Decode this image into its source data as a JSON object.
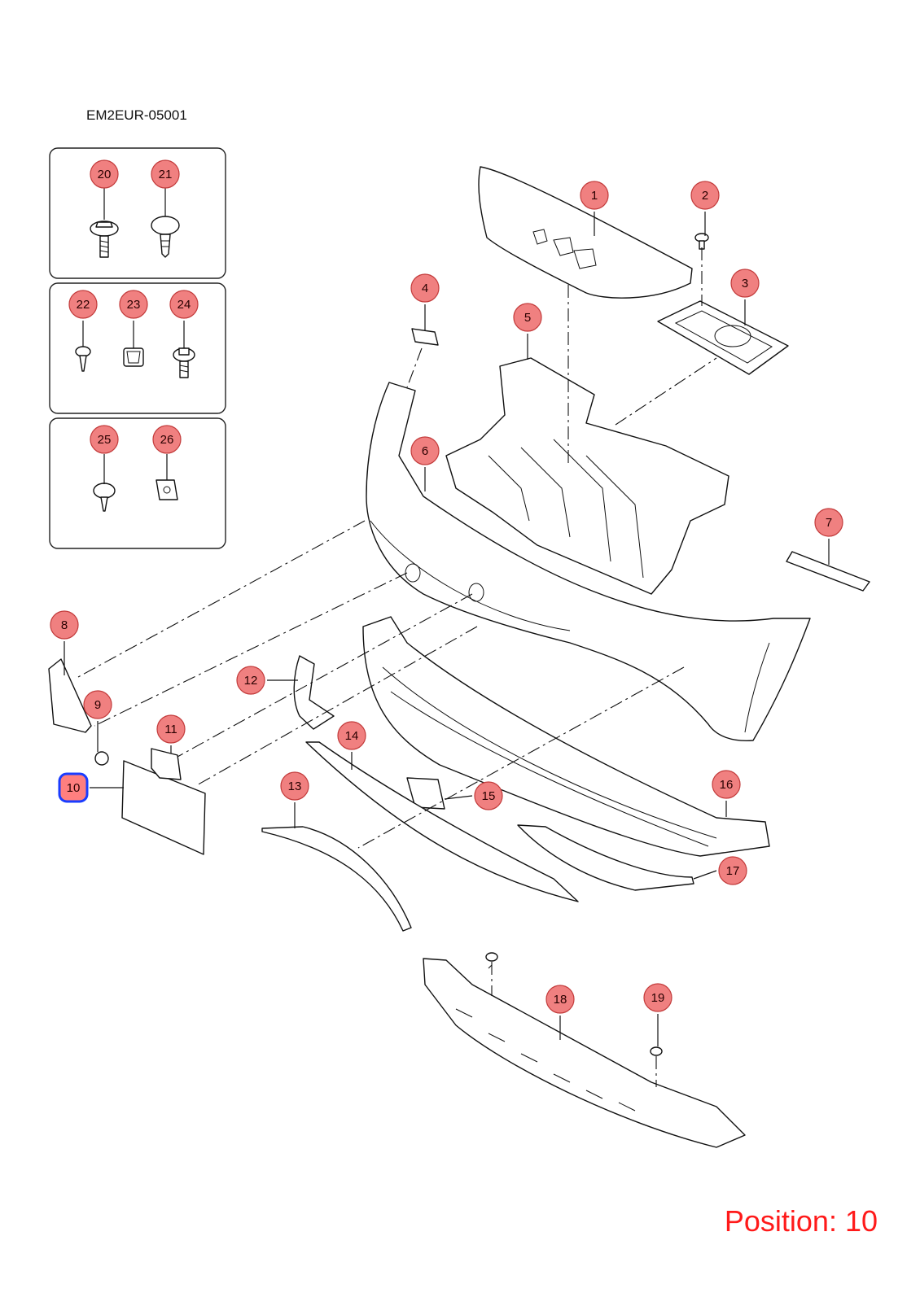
{
  "diagram_code": "EM2EUR-05001",
  "position_text": "Position: 10",
  "selected": "10",
  "colors": {
    "callout_fill": "#f08080",
    "callout_stroke": "#c23a3a",
    "selected_fill": "#ff7f7f",
    "selected_stroke": "#1a3cff",
    "position_text": "#ff1a1a"
  },
  "callouts": [
    "1",
    "2",
    "3",
    "4",
    "5",
    "6",
    "7",
    "8",
    "9",
    "10",
    "11",
    "12",
    "13",
    "14",
    "15",
    "16",
    "17",
    "18",
    "19",
    "20",
    "21",
    "22",
    "23",
    "24",
    "25",
    "26"
  ],
  "legend_boxes": [
    {
      "items": [
        "20",
        "21"
      ]
    },
    {
      "items": [
        "22",
        "23",
        "24"
      ]
    },
    {
      "items": [
        "25",
        "26"
      ]
    }
  ]
}
